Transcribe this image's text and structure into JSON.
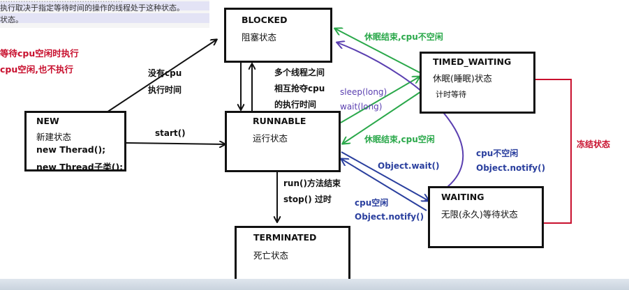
{
  "top_text": {
    "line1": "…………………………………………",
    "line2": "执行取决于指定等待时间的操作的线程处于这种状态。",
    "line3": "状态。"
  },
  "left_notes": {
    "line1": "等待cpu空闲时执行",
    "line2": "cpu空闲,也不执行"
  },
  "states": {
    "blocked": {
      "name": "BLOCKED",
      "desc": "阻塞状态"
    },
    "new": {
      "name": "NEW",
      "desc": "新建状态",
      "line2": "new Therad();",
      "line3": "new Thread子类();"
    },
    "runnable": {
      "name": "RUNNABLE",
      "desc": "运行状态"
    },
    "timed_waiting": {
      "name": "TIMED_WAITING",
      "desc": "休眠(睡眠)状态",
      "sub": "计时等待"
    },
    "waiting": {
      "name": "WAITING",
      "desc": "无限(永久)等待状态"
    },
    "terminated": {
      "name": "TERMINATED",
      "desc": "死亡状态"
    }
  },
  "labels": {
    "no_cpu_1": "没有cpu",
    "no_cpu_2": "执行时间",
    "start": "start()",
    "contend_1": "多个线程之间",
    "contend_2": "相互抢夺cpu",
    "contend_3": "的执行时间",
    "sleep_long": "sleep(long)",
    "wait_long": "wait(long)",
    "sleep_end_cpu_busy": "休眠结束,cpu不空闲",
    "sleep_end_cpu_free": "休眠结束,cpu空闲",
    "run_end_1": "run()方法结束",
    "run_end_2": "stop() 过时",
    "object_wait": "Object.wait()",
    "cpu_busy": "cpu不空闲",
    "object_notify_1": "Object.notify()",
    "cpu_free": "cpu空闲",
    "object_notify_2": "Object.notify()",
    "frozen": "冻结状态"
  },
  "colors": {
    "black": "#111111",
    "green": "#2aa84a",
    "purple": "#5a3fb0",
    "blue": "#2a3f9e",
    "red": "#c8102e"
  }
}
